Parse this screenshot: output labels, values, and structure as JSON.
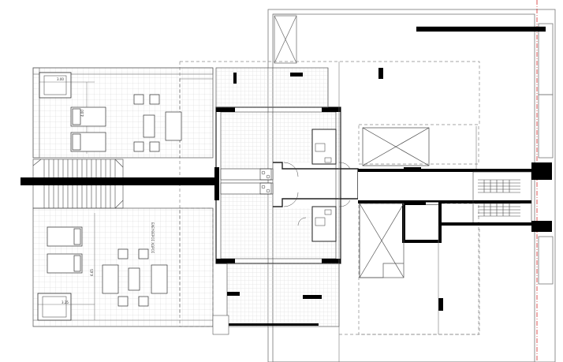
{
  "plan": {
    "annotations": [
      {
        "id": "pool-top-width",
        "text": "3.00"
      },
      {
        "id": "top-terrace-depth",
        "text": "4.00"
      },
      {
        "id": "bottom-terrace-depth",
        "text": "6.65"
      },
      {
        "id": "pool-bottom-width",
        "text": "3.25"
      },
      {
        "id": "terrace-vertical-label",
        "text": "ΕΛΕΥΘΕΡΟΣ ΧΩΡΟΣ"
      }
    ],
    "colors": {
      "wall": "#000000",
      "line": "#555555",
      "grid": "#cfcfcf",
      "dashed": "#888888",
      "property-line": "#d42a2a"
    }
  }
}
